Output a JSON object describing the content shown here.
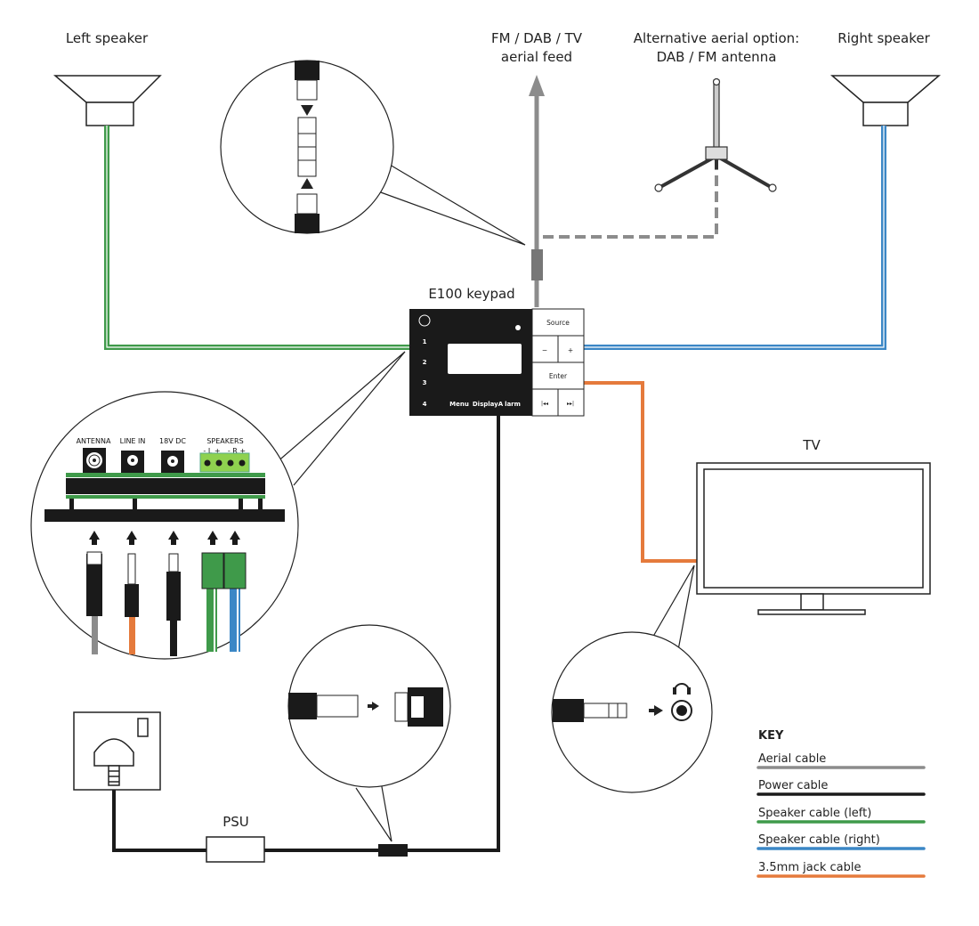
{
  "labels": {
    "left_speaker": "Left speaker",
    "right_speaker": "Right speaker",
    "aerial_feed_line1": "FM / DAB / TV",
    "aerial_feed_line2": "aerial feed",
    "alt_aerial_line1": "Alternative aerial option:",
    "alt_aerial_line2": "DAB / FM antenna",
    "keypad_title": "E100 keypad",
    "tv": "TV",
    "psu": "PSU"
  },
  "keypad": {
    "numbers": [
      "1",
      "2",
      "3",
      "4"
    ],
    "bottom_labels": [
      "Menu",
      "DisplayA",
      "larm"
    ],
    "buttons": {
      "source": "Source",
      "minus": "−",
      "plus": "+",
      "enter": "Enter",
      "prev": "|◂◂",
      "next": "▸▸|"
    }
  },
  "rear_panel": {
    "antenna": "ANTENNA",
    "line_in": "LINE IN",
    "dc": "18V DC",
    "speakers": "SPEAKERS",
    "left_polarity": "- L +",
    "right_polarity": "- R +"
  },
  "key": {
    "title": "KEY",
    "items": [
      {
        "label": "Aerial cable",
        "color": "#8c8c8c"
      },
      {
        "label": "Power cable",
        "color": "#1a1a1a"
      },
      {
        "label": "Speaker cable (left)",
        "color": "#3f9a4a"
      },
      {
        "label": "Speaker cable (right)",
        "color": "#3b87c6"
      },
      {
        "label": "3.5mm jack cable",
        "color": "#e57a3c"
      }
    ]
  },
  "icons": [
    "speaker-horn",
    "antenna-tripod",
    "wall-socket",
    "tv-monitor",
    "headphones-icon",
    "arrow-icon"
  ]
}
